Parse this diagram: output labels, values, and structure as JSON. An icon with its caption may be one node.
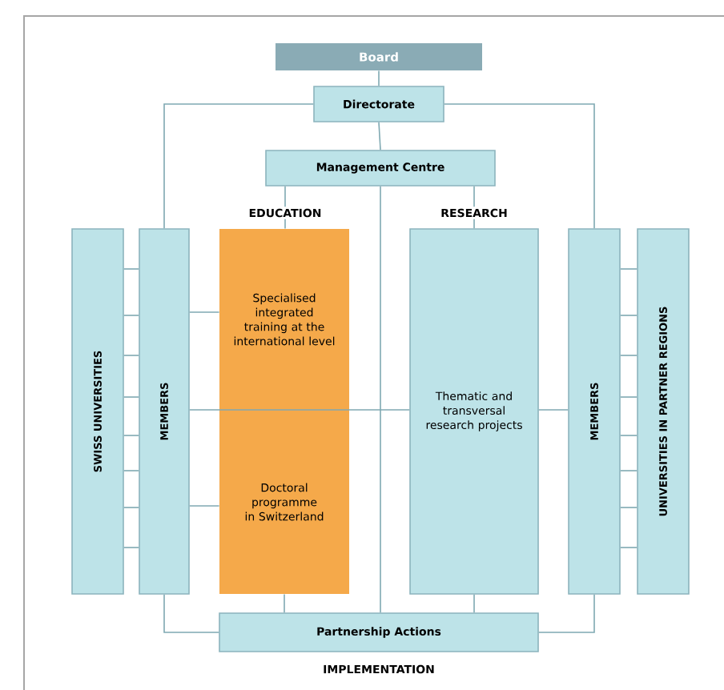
{
  "diagram": {
    "nodes": [
      {
        "text": [
          "Board"
        ]
      },
      {
        "text": [
          "Directorate"
        ]
      },
      {
        "text": [
          "Management Centre"
        ]
      },
      {
        "text": [
          "EDUCATION"
        ]
      },
      {
        "text": [
          "RESEARCH"
        ]
      },
      {
        "text": [
          "SWISS UNIVERSITIES"
        ]
      },
      {
        "text": [
          "MEMBERS"
        ]
      },
      {
        "text": [
          "Specialised integrated training at the international level"
        ]
      },
      {
        "text": [
          "Doctoral programme in Switzerland"
        ]
      },
      {
        "text": [
          "Thematic and transversal research projects"
        ]
      },
      {
        "text": [
          "MEMBERS"
        ]
      },
      {
        "text": [
          "UNIVERSITIES IN PARTNER REGIONS"
        ]
      },
      {
        "text": [
          "Partnership Actions"
        ]
      }
    ],
    "edges": [
      {
        "from": 0,
        "to": 1,
        "arrow": "none"
      },
      {
        "from": 1,
        "to": 2,
        "arrow": "none"
      },
      {
        "from": 1,
        "to": 6,
        "arrow": "none"
      },
      {
        "from": 1,
        "to": 10,
        "arrow": "none"
      },
      {
        "from": 2,
        "to": 3,
        "arrow": "none"
      },
      {
        "from": 2,
        "to": 4,
        "arrow": "none"
      },
      {
        "from": 3,
        "to": 7,
        "arrow": "none"
      },
      {
        "from": 4,
        "to": 9,
        "arrow": "none"
      },
      {
        "from": 2,
        "to": 12,
        "arrow": "none"
      },
      {
        "from": 5,
        "to": 6,
        "arrow": "none"
      },
      {
        "from": 5,
        "to": 6,
        "arrow": "none"
      },
      {
        "from": 5,
        "to": 6,
        "arrow": "none"
      },
      {
        "from": 5,
        "to": 6,
        "arrow": "none"
      },
      {
        "from": 5,
        "to": 6,
        "arrow": "none"
      },
      {
        "from": 5,
        "to": 6,
        "arrow": "none"
      },
      {
        "from": 5,
        "to": 6,
        "arrow": "none"
      },
      {
        "from": 5,
        "to": 6,
        "arrow": "none"
      },
      {
        "from": 6,
        "to": 7,
        "arrow": "none"
      },
      {
        "from": 6,
        "to": 8,
        "arrow": "none"
      },
      {
        "from": 6,
        "to": 9,
        "arrow": "none"
      },
      {
        "from": 9,
        "to": 10,
        "arrow": "none"
      },
      {
        "from": 10,
        "to": 11,
        "arrow": "none"
      },
      {
        "from": 10,
        "to": 11,
        "arrow": "none"
      },
      {
        "from": 10,
        "to": 11,
        "arrow": "none"
      },
      {
        "from": 10,
        "to": 11,
        "arrow": "none"
      },
      {
        "from": 10,
        "to": 11,
        "arrow": "none"
      },
      {
        "from": 10,
        "to": 11,
        "arrow": "none"
      },
      {
        "from": 10,
        "to": 11,
        "arrow": "none"
      },
      {
        "from": 10,
        "to": 11,
        "arrow": "none"
      },
      {
        "from": 8,
        "to": 12,
        "arrow": "none"
      },
      {
        "from": 9,
        "to": 12,
        "arrow": "none"
      },
      {
        "from": 6,
        "to": 12,
        "arrow": "none"
      },
      {
        "from": 10,
        "to": 12,
        "arrow": "none"
      }
    ],
    "labels": [
      "IMPLEMENTATION"
    ]
  }
}
